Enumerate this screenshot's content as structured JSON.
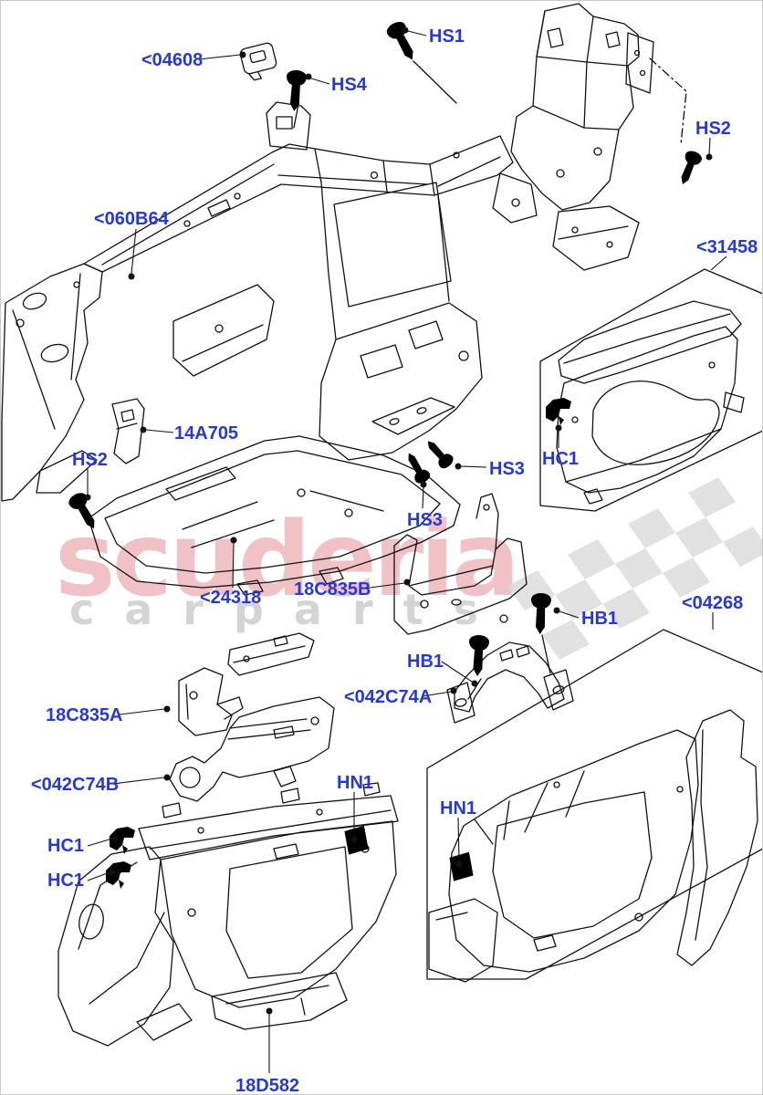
{
  "diagram": {
    "type": "exploded-parts-diagram",
    "subject": "Instrument panel / dashboard internal structure",
    "label_color": "#2639d4",
    "line_color": "#111111",
    "labels": [
      {
        "id": "04608",
        "text": "<04608"
      },
      {
        "id": "HS1",
        "text": "HS1"
      },
      {
        "id": "HS4",
        "text": "HS4"
      },
      {
        "id": "HS2-top-right",
        "text": "HS2"
      },
      {
        "id": "060B64",
        "text": "<060B64"
      },
      {
        "id": "31458",
        "text": "<31458"
      },
      {
        "id": "HC1-right",
        "text": "HC1"
      },
      {
        "id": "14A705",
        "text": "14A705"
      },
      {
        "id": "HS2-left",
        "text": "HS2"
      },
      {
        "id": "HS3-upper",
        "text": "HS3"
      },
      {
        "id": "HS3-lower",
        "text": "HS3"
      },
      {
        "id": "24318",
        "text": "<24318"
      },
      {
        "id": "18C835B",
        "text": "18C835B"
      },
      {
        "id": "HB1-right",
        "text": "HB1"
      },
      {
        "id": "HB1-left",
        "text": "HB1"
      },
      {
        "id": "04268",
        "text": "<04268"
      },
      {
        "id": "042C74A",
        "text": "<042C74A"
      },
      {
        "id": "18C835A",
        "text": "18C835A"
      },
      {
        "id": "042C74B",
        "text": "<042C74B"
      },
      {
        "id": "HN1-left",
        "text": "HN1"
      },
      {
        "id": "HN1-right",
        "text": "HN1"
      },
      {
        "id": "HC1-left-upper",
        "text": "HC1"
      },
      {
        "id": "HC1-left-lower",
        "text": "HC1"
      },
      {
        "id": "18D582",
        "text": "18D582"
      }
    ],
    "watermark": {
      "brand": "scuderia",
      "sub": "carparts",
      "brand_color": "rgba(201,33,47,0.28)",
      "sub_color": "#d4d4d4",
      "flag_color": "#dadada"
    }
  }
}
